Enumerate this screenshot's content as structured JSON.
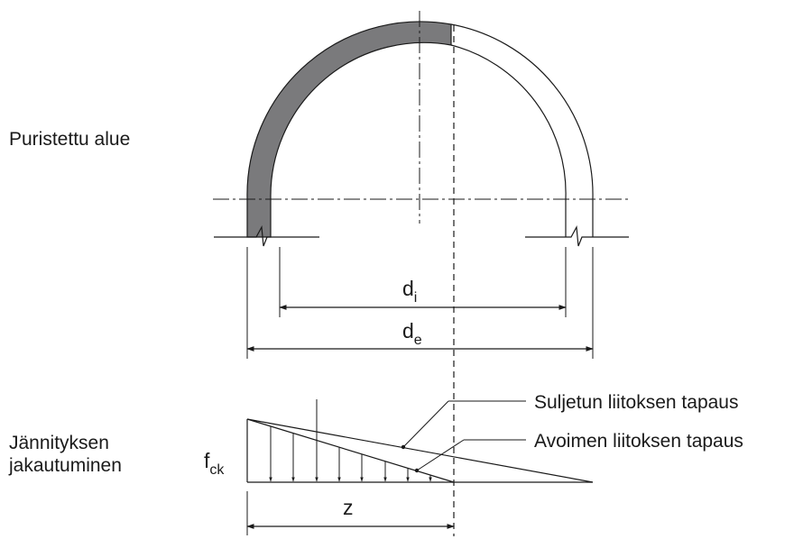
{
  "labels": {
    "compressed_zone": "Puristettu alue",
    "stress_dist_line1": "Jännityksen",
    "stress_dist_line2": "jakautuminen",
    "closed_joint_case": "Suljetun liitoksen tapaus",
    "open_joint_case": "Avoimen liitoksen tapaus"
  },
  "symbols": {
    "inner_diameter": {
      "base": "d",
      "sub": "i"
    },
    "outer_diameter": {
      "base": "d",
      "sub": "e"
    },
    "fck": {
      "base": "f",
      "sub": "ck"
    },
    "z": "z"
  },
  "colors": {
    "line": "#1a1a1a",
    "compressed_fill": "#7a7a7c"
  }
}
